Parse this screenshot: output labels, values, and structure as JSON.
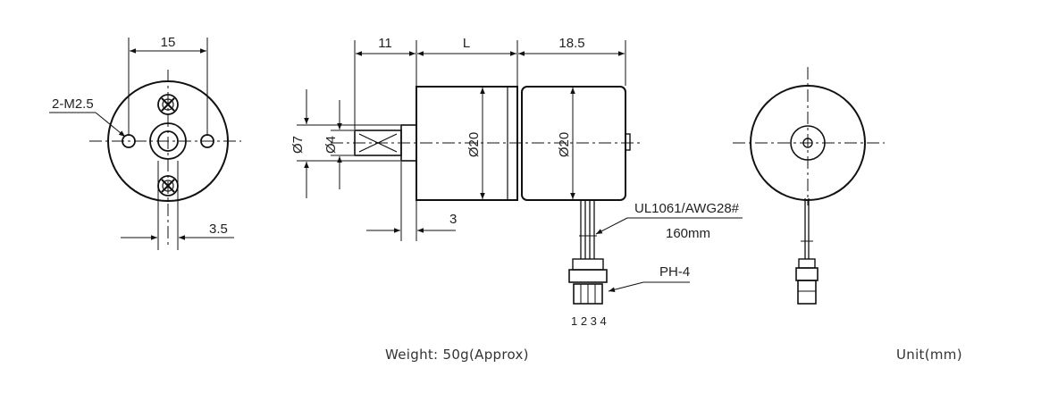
{
  "dimensions": {
    "front_width": "15",
    "holes": "2-M2.5",
    "shaft_flat": "3.5",
    "shaft_length": "11",
    "gearbox_length": "L",
    "motor_length": "18.5",
    "dia_outer_shaft": "Ø7",
    "dia_shaft": "Ø4",
    "dia_gearbox": "Ø20",
    "dia_motor": "Ø20",
    "boss": "3",
    "wire_spec": "UL1061/AWG28#",
    "wire_length": "160mm",
    "connector": "PH-4",
    "pins": "1 2 3 4"
  },
  "captions": {
    "weight": "Weight: 50g(Approx)",
    "unit": "Unit(mm)"
  }
}
